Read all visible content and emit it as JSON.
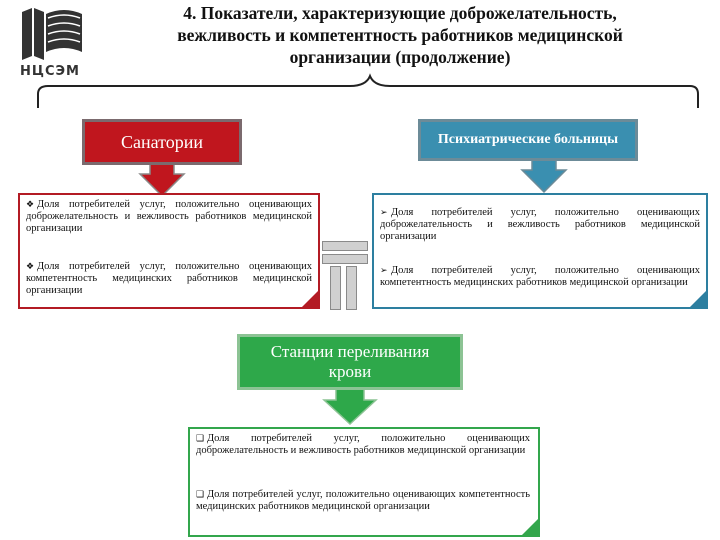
{
  "logo": {
    "text": "НЦСЭМ"
  },
  "title": {
    "line1": "4. Показатели, характеризующие доброжелательность,",
    "line2": "вежливость и компетентность работников медицинской",
    "line3": "организации (продолжение)"
  },
  "sanatorii": {
    "header": "Санатории",
    "item1": "Доля потребителей услуг, положительно оценивающих доброжелательность и вежливость работников медицинской организации",
    "item2": "Доля потребителей услуг, положительно оценивающих компетентность медицинских работников медицинской организации"
  },
  "psych": {
    "header": "Психиатрические больницы",
    "item1": "Доля потребителей услуг, положительно оценивающих доброжелательность и вежливость работников медицинской организации",
    "item2": "Доля потребителей услуг, положительно оценивающих компетентность медицинских работников медицинской организации"
  },
  "blood": {
    "header_line1": "Станции переливания",
    "header_line2": "крови",
    "item1": "Доля потребителей услуг, положительно оценивающих доброжелательность и вежливость работников медицинской организации",
    "item2": "Доля потребителей услуг, положительно оценивающих компетентность медицинских работников медицинской организации"
  },
  "colors": {
    "red": "#c0161e",
    "blue": "#3a8fb0",
    "green": "#2ea84a"
  },
  "icons": {
    "red_bullet": "diamond-cluster-icon",
    "blue_bullet": "arrowhead-icon",
    "green_bullet": "checkbox-square-icon"
  }
}
